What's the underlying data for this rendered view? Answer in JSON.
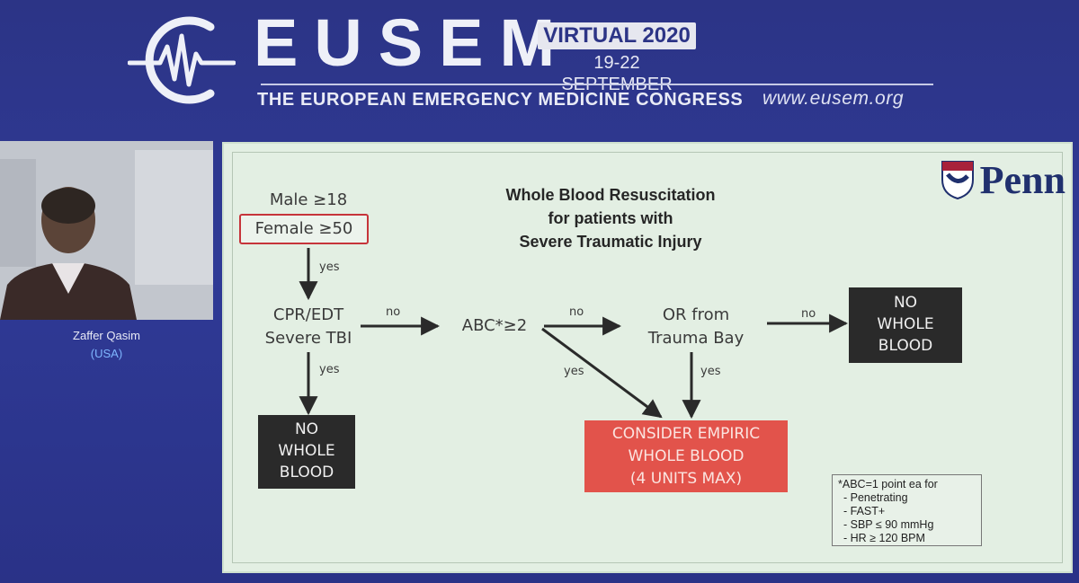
{
  "header": {
    "brand": "EUSEM",
    "edition": "VIRTUAL 2020",
    "dates": "19-22 SEPTEMBER",
    "congress": "THE EUROPEAN EMERGENCY MEDICINE CONGRESS",
    "website": "www.eusem.org"
  },
  "speaker": {
    "name": "Zaffer Qasim",
    "country": "(USA)"
  },
  "slide": {
    "logo_text": "Penn",
    "title_lines": [
      "Whole Blood Resuscitation",
      "for patients with",
      "Severe Traumatic Injury"
    ],
    "criteria": [
      "Male ≥18",
      "Female ≥50"
    ],
    "exclusion": [
      "CPR/EDT",
      "Severe TBI"
    ],
    "abc_node": "ABC*≥2",
    "or_node": [
      "OR from",
      "Trauma Bay"
    ],
    "no_blood": [
      "NO",
      "WHOLE",
      "BLOOD"
    ],
    "empiric": [
      "CONSIDER EMPIRIC",
      "WHOLE BLOOD",
      "(4 UNITS MAX)"
    ],
    "edge_labels": {
      "yes": "yes",
      "no": "no"
    },
    "legend": {
      "heading": "*ABC=1 point ea for",
      "items": [
        "- Penetrating",
        "- FAST+",
        "- SBP ≤ 90 mmHg",
        "- HR ≥ 120 BPM"
      ]
    }
  },
  "colors": {
    "background": "#2c3486",
    "slide_bg": "#e3efe3",
    "criteria_border": "#c6343a",
    "empiric_box": "#e2534b",
    "dark_box": "#2a2a2a",
    "speaker_country": "#7fb6ff"
  }
}
